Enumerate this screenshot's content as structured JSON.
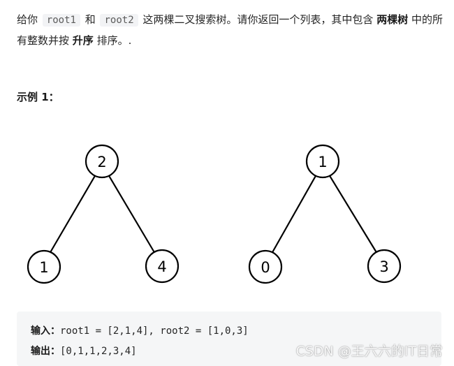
{
  "problem": {
    "p1_a": "给你 ",
    "code_root1": "root1",
    "p1_b": " 和 ",
    "code_root2": "root2",
    "p1_c": " 这两棵二叉搜索树。请你返回一个列表，其中包含 ",
    "bold_two_trees": "两棵树",
    "p1_d": " 中的所有整数并按 ",
    "bold_ascending": "升序",
    "p1_e": " 排序。."
  },
  "example": {
    "title": "示例 1：",
    "input_label": "输入：",
    "input_value": "root1 = [2,1,4], root2 = [1,0,3]",
    "output_label": "输出：",
    "output_value": "[0,1,1,2,3,4]"
  },
  "trees": {
    "tree1": {
      "root": "2",
      "left": "1",
      "right": "4"
    },
    "tree2": {
      "root": "1",
      "left": "0",
      "right": "3"
    }
  },
  "watermark": "CSDN @王六六的IT日常"
}
